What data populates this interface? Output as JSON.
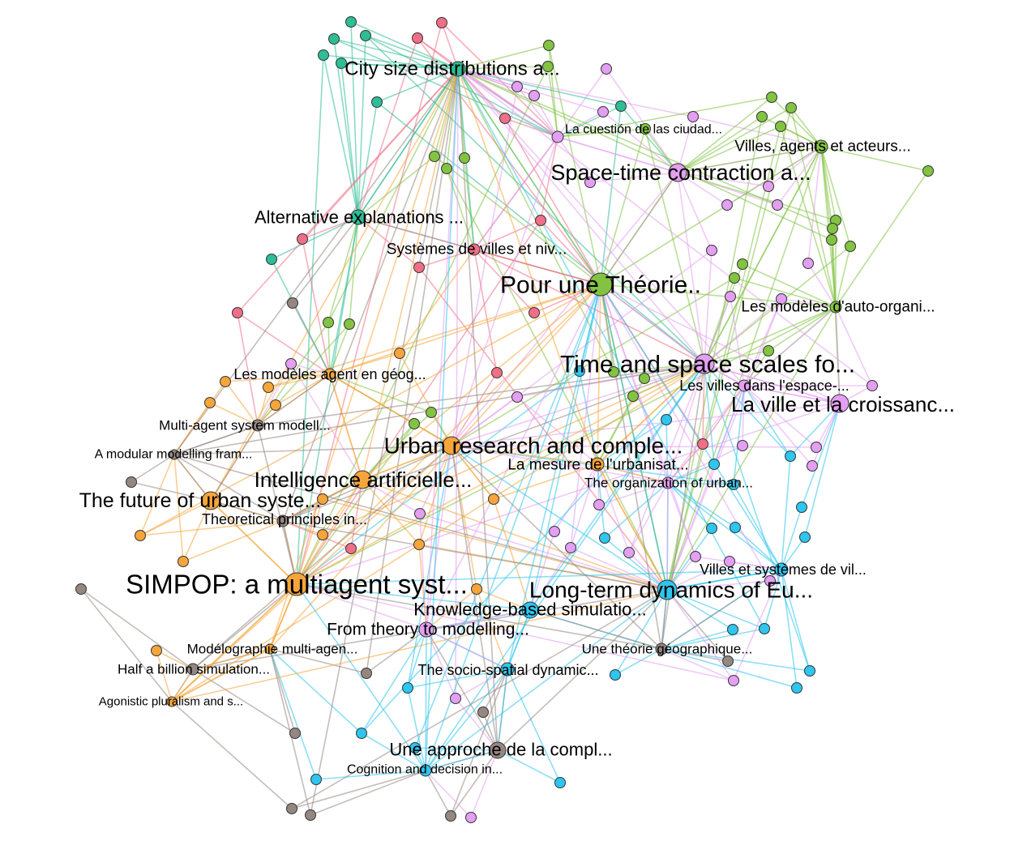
{
  "colors": {
    "teal": "#2ebd96",
    "green": "#82c341",
    "pink": "#ef6f86",
    "violet": "#e39ff2",
    "cyan": "#2ec5ef",
    "orange": "#f6a53b",
    "gray": "#948781"
  },
  "graph": {
    "labels": [
      {
        "id": "city-size",
        "text": "City size distributions a..."
      },
      {
        "id": "cuestion",
        "text": "La cuestión de las ciudad..."
      },
      {
        "id": "villes-agents",
        "text": "Villes, agents et acteurs..."
      },
      {
        "id": "space-time",
        "text": "Space-time contraction a..."
      },
      {
        "id": "alternative",
        "text": "Alternative explanations ..."
      },
      {
        "id": "systemes",
        "text": "Systèmes de villes et niv..."
      },
      {
        "id": "pour-une",
        "text": "Pour une Théorie.."
      },
      {
        "id": "auto-organi",
        "text": "Les modèles d'auto-organi..."
      },
      {
        "id": "time-space",
        "text": "Time and space scales fo..."
      },
      {
        "id": "modeles-agent",
        "text": "Les modèles agent en géog..."
      },
      {
        "id": "villes-espace",
        "text": "Les villes dans l'espace-..."
      },
      {
        "id": "ville-croissance",
        "text": "La ville et la croissanc..."
      },
      {
        "id": "multi-agent",
        "text": "Multi-agent system modell..."
      },
      {
        "id": "urban-research",
        "text": "Urban research and comple..."
      },
      {
        "id": "modular",
        "text": "A modular modelling fram..."
      },
      {
        "id": "mesure",
        "text": "La mesure de l'urbanisat..."
      },
      {
        "id": "intelligence",
        "text": "Intelligence artificielle..."
      },
      {
        "id": "organization",
        "text": "The organization of urban..."
      },
      {
        "id": "future",
        "text": "The future of urban syste..."
      },
      {
        "id": "theoretical",
        "text": "Theoretical principles in..."
      },
      {
        "id": "villes-systemes",
        "text": "Villes et systèmes de vil..."
      },
      {
        "id": "simpop",
        "text": "SIMPOP: a multiagent syst..."
      },
      {
        "id": "long-term",
        "text": "Long-term dynamics of Eu..."
      },
      {
        "id": "knowledge",
        "text": "Knowledge-based simulatio..."
      },
      {
        "id": "theory-modelling",
        "text": "From theory to modelling..."
      },
      {
        "id": "modelographie",
        "text": "Modélographie multi-agen..."
      },
      {
        "id": "theorie-geo",
        "text": "Une théorie géographique..."
      },
      {
        "id": "half-billion",
        "text": "Half a billion simulation..."
      },
      {
        "id": "socio-spatial",
        "text": "The socio-spatial dynamic..."
      },
      {
        "id": "agonistic",
        "text": "Agonistic pluralism and s..."
      },
      {
        "id": "approche",
        "text": "Une approche de la compl..."
      },
      {
        "id": "cognition",
        "text": "Cognition and decision in..."
      }
    ]
  }
}
